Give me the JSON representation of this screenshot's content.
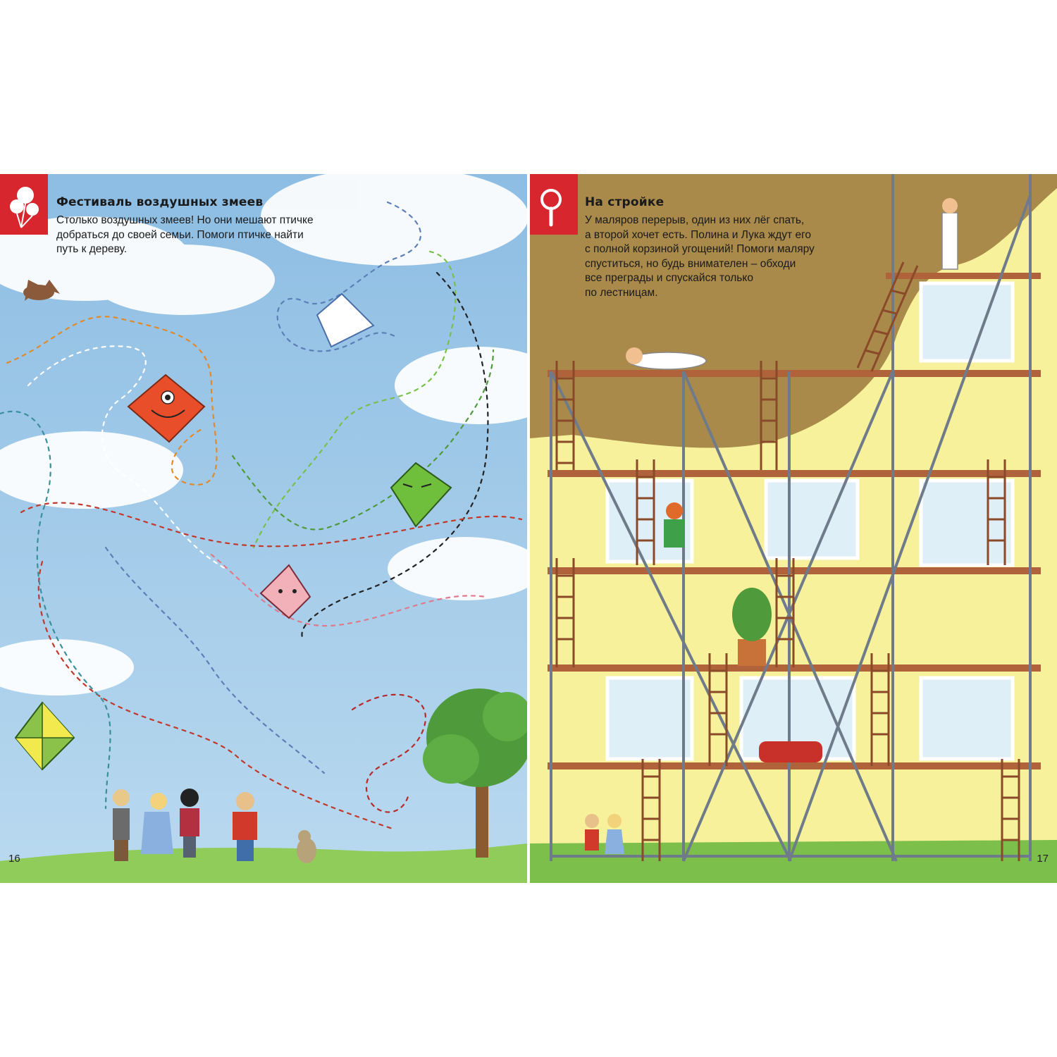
{
  "left_page": {
    "title": "Фестиваль воздушных змеев",
    "text_lines": [
      "Столько воздушных змеев! Но они мешают птичке",
      "добраться до своей семьи. Помоги птичке найти",
      "путь к дереву."
    ],
    "page_number": "16",
    "badge_icon": "balloons-icon"
  },
  "right_page": {
    "title": "На стройке",
    "text_lines": [
      "У маляров перерыв, один из них лёг спать,",
      "а второй хочет есть. Полина и Лука ждут его",
      "с полной корзиной угощений! Помоги маляру",
      "спуститься, но будь внимателен – обходи",
      "все преграды и спускайся только",
      "по лестницам."
    ],
    "page_number": "17",
    "badge_icon": "magnifier-icon"
  },
  "colors": {
    "badge_red": "#d7262e",
    "sky_blue": "#9fc7e6",
    "wall_yellow": "#f6f19a",
    "plaster_brown": "#a98a4a",
    "scaffold_grey": "#6f7b8a",
    "plank_brown": "#b0623a",
    "grass_green": "#7cbf4a"
  }
}
